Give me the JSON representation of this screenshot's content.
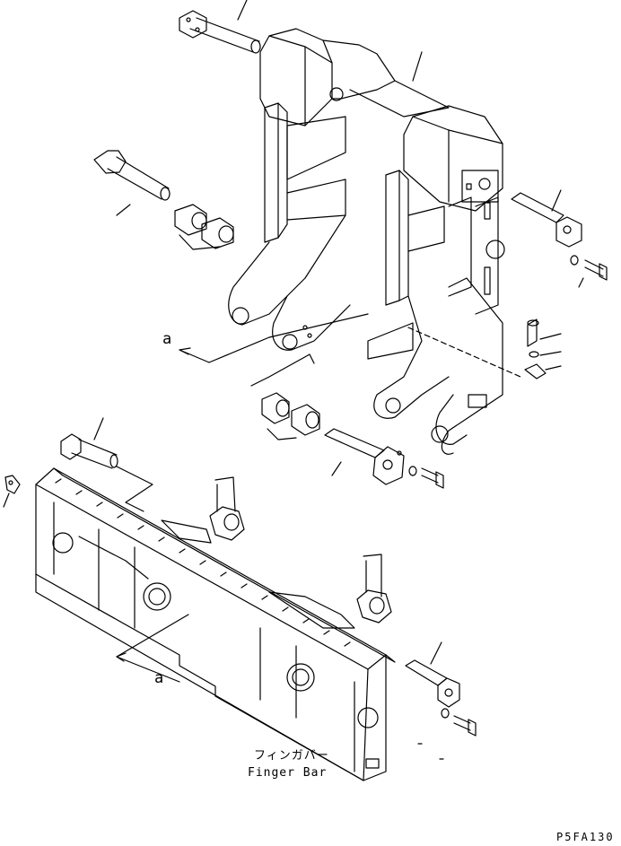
{
  "view_labels": {
    "upper_view": "a",
    "lower_view": "a"
  },
  "finger_bar": {
    "jp": "フィンガバー",
    "en": "Finger Bar"
  },
  "drawing_code": "P5FA130"
}
